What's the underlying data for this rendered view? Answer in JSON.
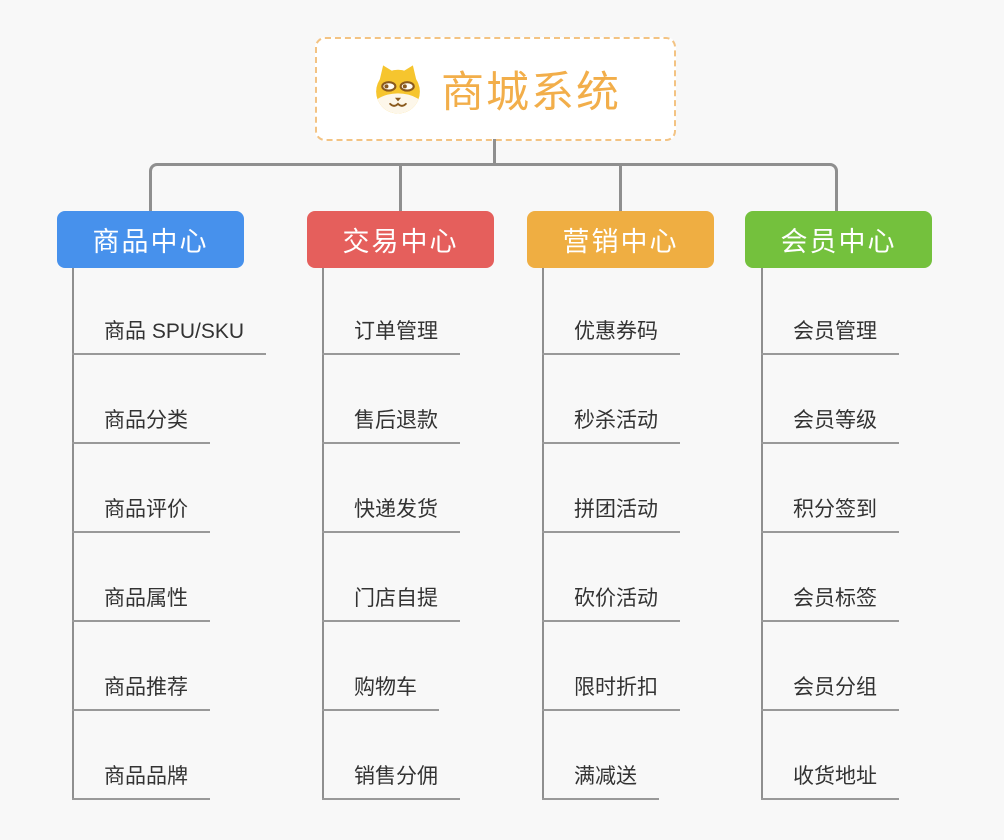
{
  "colors": {
    "background": "#f8f8f8",
    "connector": "#8f8f8f",
    "leaf_underline": "#999999",
    "leaf_text": "#333333",
    "root_border": "#f3c383",
    "root_title": "#f2ae4a",
    "branch_text": "#ffffff"
  },
  "root": {
    "title": "商城系统",
    "icon": "dog-face-icon"
  },
  "branches": [
    {
      "label": "商品中心",
      "color": "#4791ec",
      "children": [
        "商品 SPU/SKU",
        "商品分类",
        "商品评价",
        "商品属性",
        "商品推荐",
        "商品品牌"
      ]
    },
    {
      "label": "交易中心",
      "color": "#e55f5c",
      "children": [
        "订单管理",
        "售后退款",
        "快递发货",
        "门店自提",
        "购物车",
        "销售分佣"
      ]
    },
    {
      "label": "营销中心",
      "color": "#efae42",
      "children": [
        "优惠券码",
        "秒杀活动",
        "拼团活动",
        "砍价活动",
        "限时折扣",
        "满减送"
      ]
    },
    {
      "label": "会员中心",
      "color": "#74c13d",
      "children": [
        "会员管理",
        "会员等级",
        "积分签到",
        "会员标签",
        "会员分组",
        "收货地址"
      ]
    }
  ]
}
